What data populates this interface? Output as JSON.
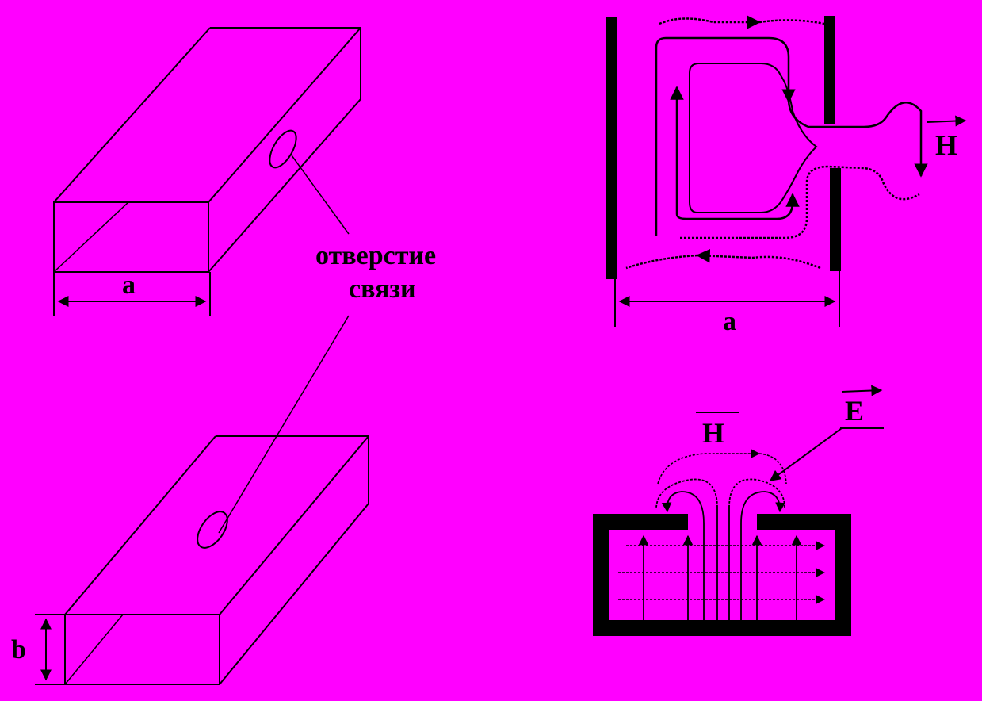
{
  "colors": {
    "background": "#ff00ff",
    "ink": "#000000"
  },
  "labels": {
    "hole_line1": "отверстие",
    "hole_line2": "связи",
    "dim_a_left": "a",
    "dim_a_right": "a",
    "dim_b": "b",
    "field_h_top": "H",
    "field_h_bottom": "H",
    "field_e": "E"
  }
}
